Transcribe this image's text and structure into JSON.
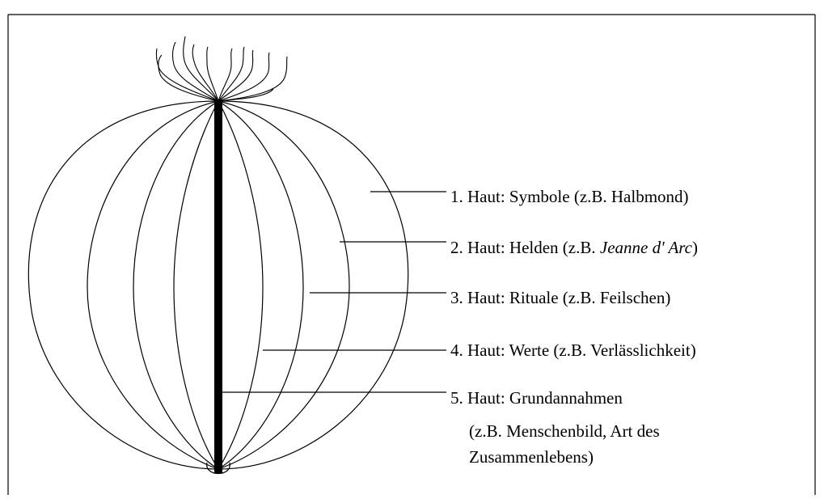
{
  "diagram": {
    "labels": [
      {
        "prefix": "1. Haut: Symbole (z.B. Halbmond)",
        "italic": "",
        "suffix": ""
      },
      {
        "prefix": "2. Haut: Helden (z.B. ",
        "italic": "Jeanne d' Arc",
        "suffix": ")"
      },
      {
        "prefix": "3. Haut: Rituale (z.B. Feilschen)",
        "italic": "",
        "suffix": ""
      },
      {
        "prefix": "4. Haut: Werte (z.B. Verlässlichkeit)",
        "italic": "",
        "suffix": ""
      },
      {
        "prefix": "5. Haut: Grundannahmen",
        "italic": "",
        "suffix": ""
      }
    ],
    "example_lines": [
      "(z.B. Menschenbild, Art des",
      "Zusammenlebens)"
    ]
  }
}
